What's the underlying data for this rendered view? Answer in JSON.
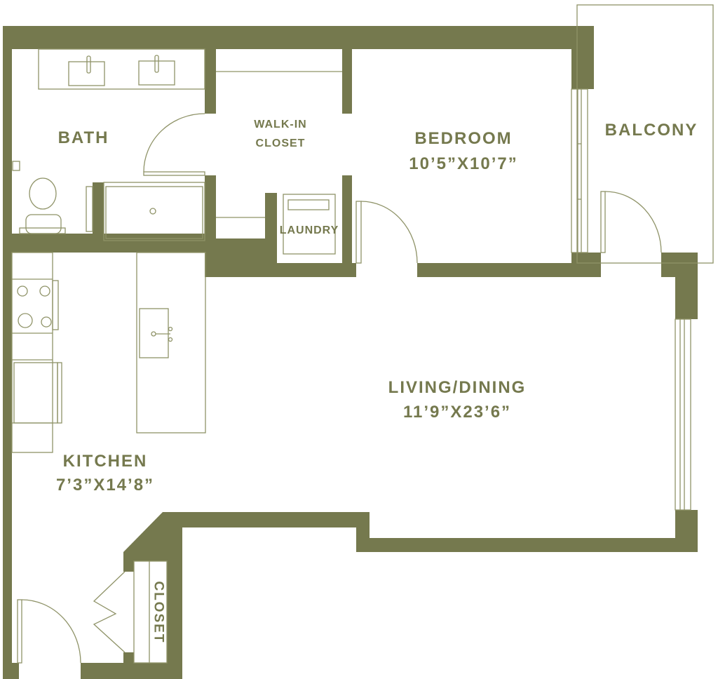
{
  "colors": {
    "wall": "#75794e",
    "line": "#8f9368",
    "background": "#ffffff"
  },
  "rooms": {
    "bath": {
      "name": "BATH"
    },
    "walk_in_closet": {
      "name_line1": "WALK-IN",
      "name_line2": "CLOSET"
    },
    "bedroom": {
      "name": "BEDROOM",
      "dimensions": "10’5”X10’7”"
    },
    "balcony": {
      "name": "BALCONY"
    },
    "laundry": {
      "name": "LAUNDRY"
    },
    "living_dining": {
      "name": "LIVING/DINING",
      "dimensions": "11’9”X23’6”"
    },
    "kitchen": {
      "name": "KITCHEN",
      "dimensions": "7’3”X14’8”"
    },
    "closet": {
      "name": "CLOSET"
    }
  }
}
